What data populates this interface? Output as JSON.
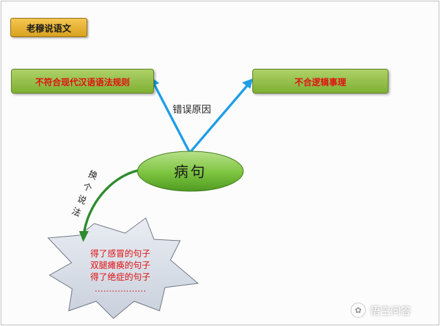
{
  "header": {
    "title": "老穆说语文"
  },
  "nodes": {
    "left": "不符合现代汉语语法规则",
    "right": "不合逻辑事理",
    "center": "病句"
  },
  "labels": {
    "reason": "错误原因",
    "rephrase": [
      "换",
      "个",
      "说",
      "法"
    ]
  },
  "examples": [
    "得了感冒的句子",
    "双腿瘫痪的句子",
    "得了绝症的句子",
    "………………"
  ],
  "watermark": {
    "text": "悟空问答"
  },
  "colors": {
    "arrow_blue": "#1e9ee6",
    "arrow_green": "#2e8b2e",
    "node_green": "#8cc63f",
    "text_red": "#e01010",
    "title_gold": "#e6b12c",
    "star_fill": "#d5dbe6"
  }
}
